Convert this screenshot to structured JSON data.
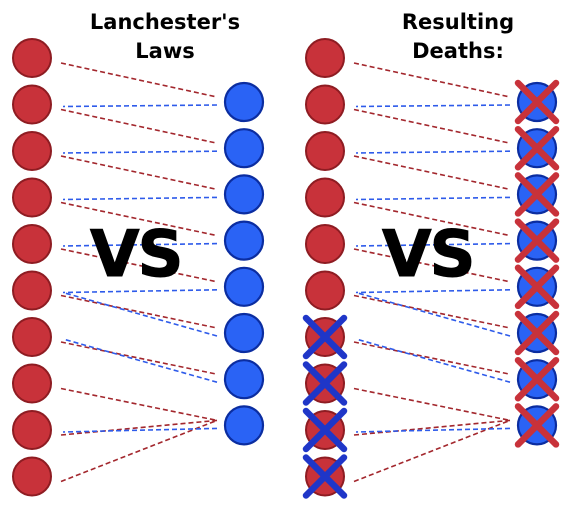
{
  "panels": [
    {
      "title": "Lanchester's Laws",
      "vs_label": "VS",
      "red_count": 10,
      "blue_count": 8,
      "red_killed": [],
      "blue_killed": []
    },
    {
      "title": "Resulting Deaths:",
      "vs_label": "VS",
      "red_count": 10,
      "blue_count": 8,
      "red_killed": [
        6,
        7,
        8,
        9
      ],
      "blue_killed": [
        0,
        1,
        2,
        3,
        4,
        5,
        6,
        7
      ]
    }
  ],
  "links": {
    "red_to_blue": [
      [
        0,
        0
      ],
      [
        1,
        1
      ],
      [
        2,
        2
      ],
      [
        3,
        3
      ],
      [
        4,
        4
      ],
      [
        5,
        5
      ],
      [
        6,
        6
      ],
      [
        7,
        7
      ],
      [
        8,
        7
      ],
      [
        9,
        7
      ]
    ],
    "blue_to_red": [
      [
        0,
        1
      ],
      [
        1,
        2
      ],
      [
        2,
        3
      ],
      [
        3,
        4
      ],
      [
        4,
        5
      ],
      [
        5,
        5
      ],
      [
        6,
        6
      ],
      [
        7,
        8
      ]
    ]
  },
  "colors": {
    "red_fill": "#c8323a",
    "red_stroke": "#8e1c22",
    "blue_fill": "#2a63f5",
    "blue_stroke": "#0b2da0",
    "red_line": "#a3272d",
    "blue_line": "#2e5bea",
    "x_on_red": "#1f36c8",
    "x_on_blue": "#c8323a"
  }
}
